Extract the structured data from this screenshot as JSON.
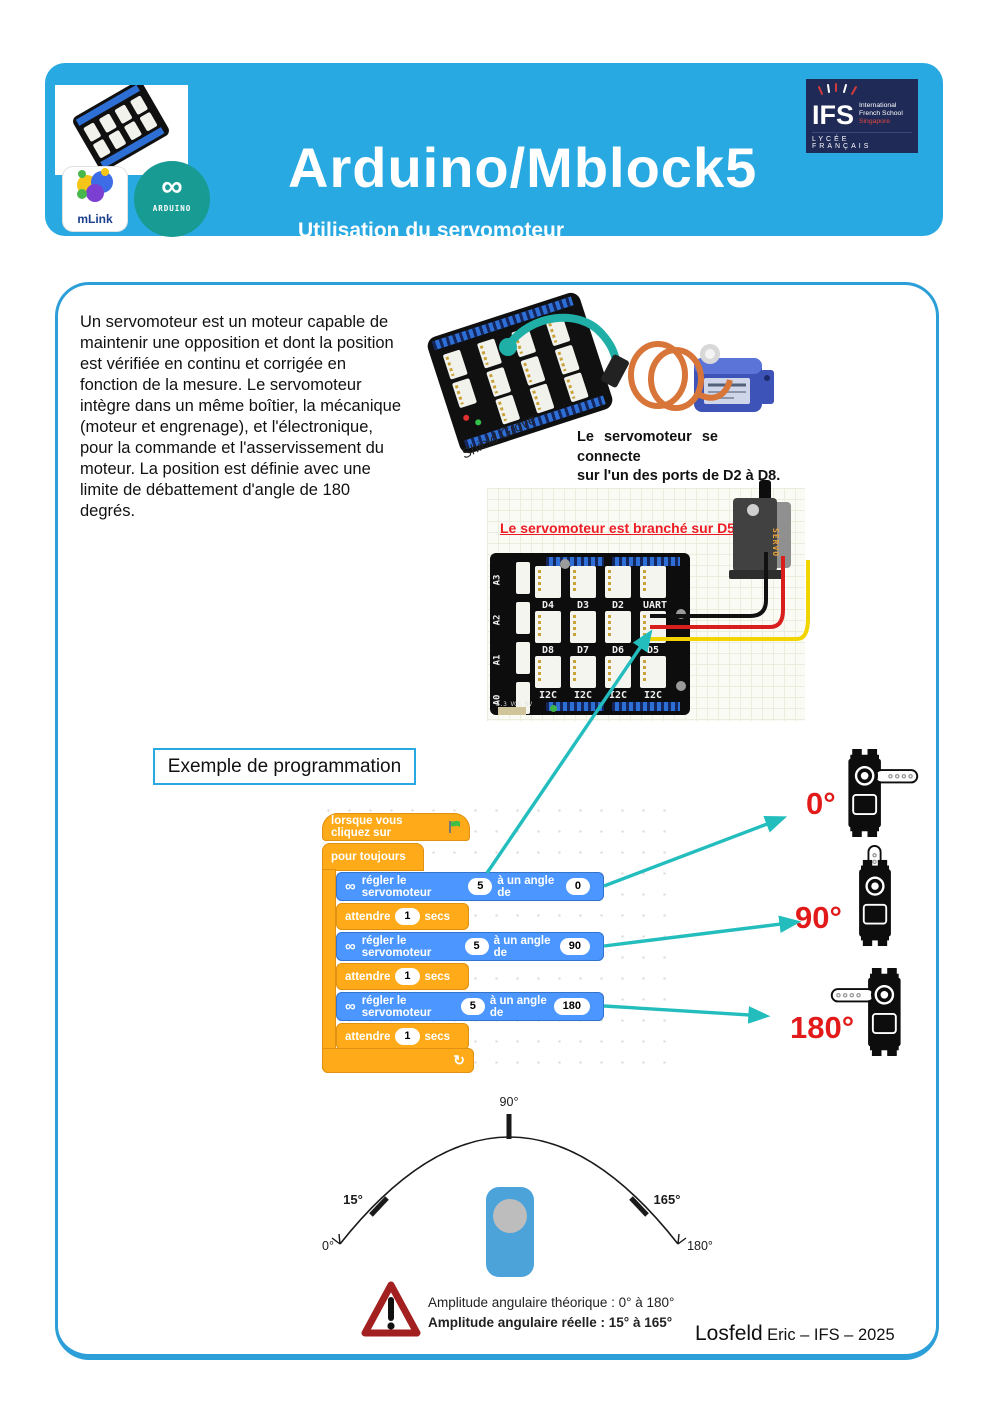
{
  "header": {
    "title": "Arduino/Mblock5",
    "subtitle": "Utilisation du servomoteur",
    "mlink": "mLink",
    "arduino": "ARDUINO",
    "ifs": {
      "acronym": "IFS",
      "org1": "International",
      "org2": "French School",
      "org3": "Singapore",
      "lycee": "LYCÉE FRANÇAIS"
    }
  },
  "intro": "Un servomoteur est un moteur capable de maintenir une opposition et dont la position est vérifiée en continu et corrigée en fonction de la mesure. Le servomoteur intègre dans un même boîtier, la mécanique (moteur et engrenage), et l'électronique, pour la commande et l'asservissement du moteur. La position est définie avec une limite de débattement d'angle de 180 degrés.",
  "connect": {
    "board_label": "Shield Grove",
    "caption1": "Le servomoteur se connecte",
    "caption2": "sur l'un des ports de D2 à D8."
  },
  "wiring": {
    "title": "Le servomoteur est branché sur D5",
    "row1": [
      "D4",
      "D3",
      "D2",
      "UART"
    ],
    "row2": [
      "D8",
      "D7",
      "D6",
      "D5"
    ],
    "row3": [
      "I2C",
      "I2C",
      "I2C",
      "I2C"
    ],
    "analog": [
      "A3",
      "A2",
      "A1",
      "A0"
    ],
    "power": "3.3 VCC 5V",
    "servo": "SERVO"
  },
  "program": {
    "section_title": "Exemple de programmation",
    "hat_label": "lorsque vous cliquez sur",
    "loop_label": "pour toujours",
    "servo_label_1": "régler le servomoteur",
    "servo_label_2": "à un angle de",
    "port": "5",
    "angles": [
      "0",
      "90",
      "180"
    ],
    "wait_label": "attendre",
    "wait_value": "1",
    "wait_unit": "secs",
    "loop_icon": "↻",
    "infinity_icon": "∞"
  },
  "positions": {
    "p0": "0°",
    "p90": "90°",
    "p180": "180°"
  },
  "arc": {
    "top": "90°",
    "left_limit": "15°",
    "left_end": "0°",
    "right_limit": "165°",
    "right_end": "180°"
  },
  "warning": {
    "line1": "Amplitude angulaire théorique : 0° à 180°",
    "line2": "Amplitude angulaire réelle : 15° à 165°"
  },
  "footer": {
    "author": "Losfeld",
    "rest": "Eric – IFS – 2025"
  },
  "colors": {
    "header_blue": "#29A9E1",
    "box_border": "#2D9FD8",
    "arrow_teal": "#23BDBE",
    "block_blue": "#4C97FF",
    "block_orange": "#FFAB19",
    "red_label": "#E21A1A"
  }
}
